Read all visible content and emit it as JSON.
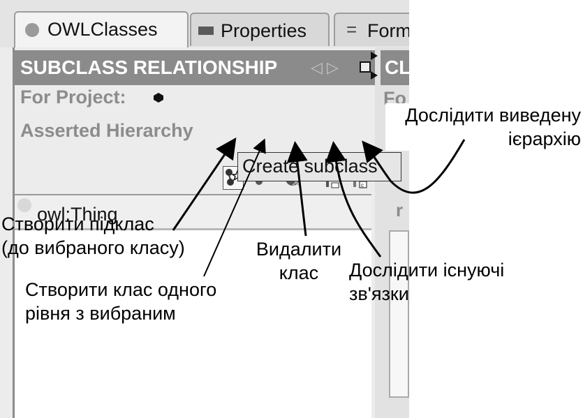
{
  "tabs": [
    {
      "label": "OWLClasses",
      "icon": "circle-icon",
      "active": true
    },
    {
      "label": "Properties",
      "icon": "rect-icon",
      "active": false
    },
    {
      "label": "Forms",
      "icon": "equals-icon",
      "active": false
    }
  ],
  "panel": {
    "header_title": "SUBCLASS RELATIONSHIP",
    "header_nav": "◁ ▷",
    "for_project_label": "For Project:",
    "hierarchy_label": "Asserted Hierarchy",
    "root_class": "owl:Thing"
  },
  "right_panel": {
    "header_title": "CL",
    "for_label": "Fo",
    "r_label": "r"
  },
  "tooltip": {
    "text": "Create subclass"
  },
  "annotations": {
    "create_subclass": [
      "Створити підклас",
      "(до вибраного класу)"
    ],
    "create_sibling": [
      "Створити клас одного",
      "рівня з вибраним"
    ],
    "delete_class": [
      "Видалити",
      "клас"
    ],
    "explore_existing": [
      "Дослідити існуючі",
      "зв'язки"
    ],
    "explore_inferred": [
      "Дослідити виведену",
      "ієрархію"
    ]
  },
  "colors": {
    "header_bg": "#8b8b8b",
    "label_gray": "#8c8c8c",
    "accent_black": "#000000"
  }
}
